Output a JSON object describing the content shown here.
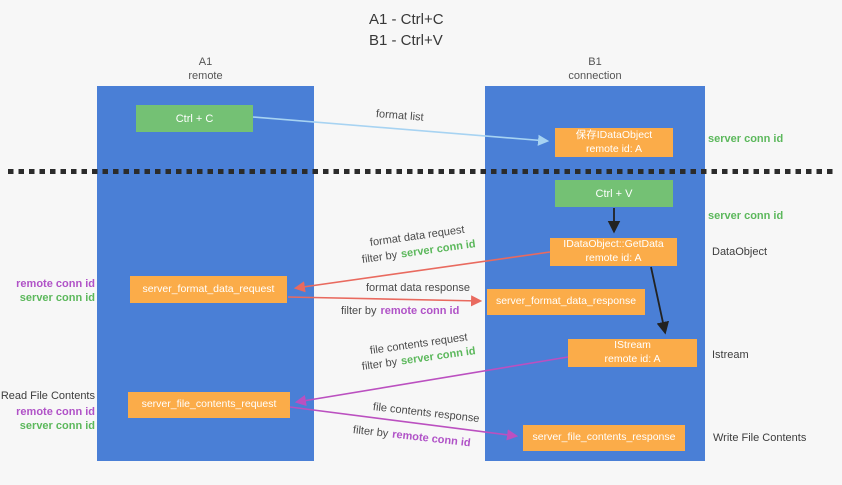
{
  "title": {
    "line1": "A1 - Ctrl+C",
    "line2": "B1 - Ctrl+V"
  },
  "lanes": {
    "left": {
      "title": "A1",
      "subtitle": "remote"
    },
    "right": {
      "title": "B1",
      "subtitle": "connection"
    }
  },
  "nodes": {
    "ctrl_c": {
      "label": "Ctrl + C"
    },
    "ctrl_v": {
      "label": "Ctrl + V"
    },
    "save_dataobject": {
      "line1": "保存IDataObject",
      "line2": "remote id: A"
    },
    "getdata": {
      "line1": "IDataObject::GetData",
      "line2": "remote id: A"
    },
    "istream": {
      "line1": "IStream",
      "line2": "remote id: A"
    },
    "server_format_data_request": {
      "label": "server_format_data_request"
    },
    "server_format_data_response": {
      "label": "server_format_data_response"
    },
    "server_file_contents_request": {
      "label": "server_file_contents_request"
    },
    "server_file_contents_response": {
      "label": "server_file_contents_response"
    }
  },
  "annotations": {
    "right": {
      "server_conn_id_top": "server conn id",
      "server_conn_id_mid": "server conn id",
      "dataobject": "DataObject",
      "istream": "Istream",
      "write_file_contents": "Write File Contents"
    },
    "left": {
      "remote_conn_id_top": "remote conn id",
      "server_conn_id_top": "server conn id",
      "read_file_contents": "Read File Contents",
      "remote_conn_id_bottom": "remote conn id",
      "server_conn_id_bottom": "server conn id"
    }
  },
  "edges": {
    "format_list": {
      "label": "format list"
    },
    "format_data_request": {
      "label": "format data request",
      "filter_prefix": "filter by",
      "filter_value": "server conn id"
    },
    "format_data_response": {
      "label": "format data response",
      "filter_prefix": "filter by",
      "filter_value": "remote conn id"
    },
    "file_contents_request": {
      "label": "file contents request",
      "filter_prefix": "filter by",
      "filter_value": "server conn id"
    },
    "file_contents_response": {
      "label": "file contents response",
      "filter_prefix": "filter by",
      "filter_value": "remote conn id"
    }
  },
  "colors": {
    "lane_blue": "#4a7fd6",
    "node_orange": "#fbac49",
    "button_green": "#74c174",
    "green_text": "#5cb85c",
    "purple_text": "#b052c7",
    "red_arrow": "#e96a5f",
    "magenta_arrow": "#bb50c0",
    "lightblue_arrow": "#a7d3f2",
    "black_arrow": "#222222"
  }
}
